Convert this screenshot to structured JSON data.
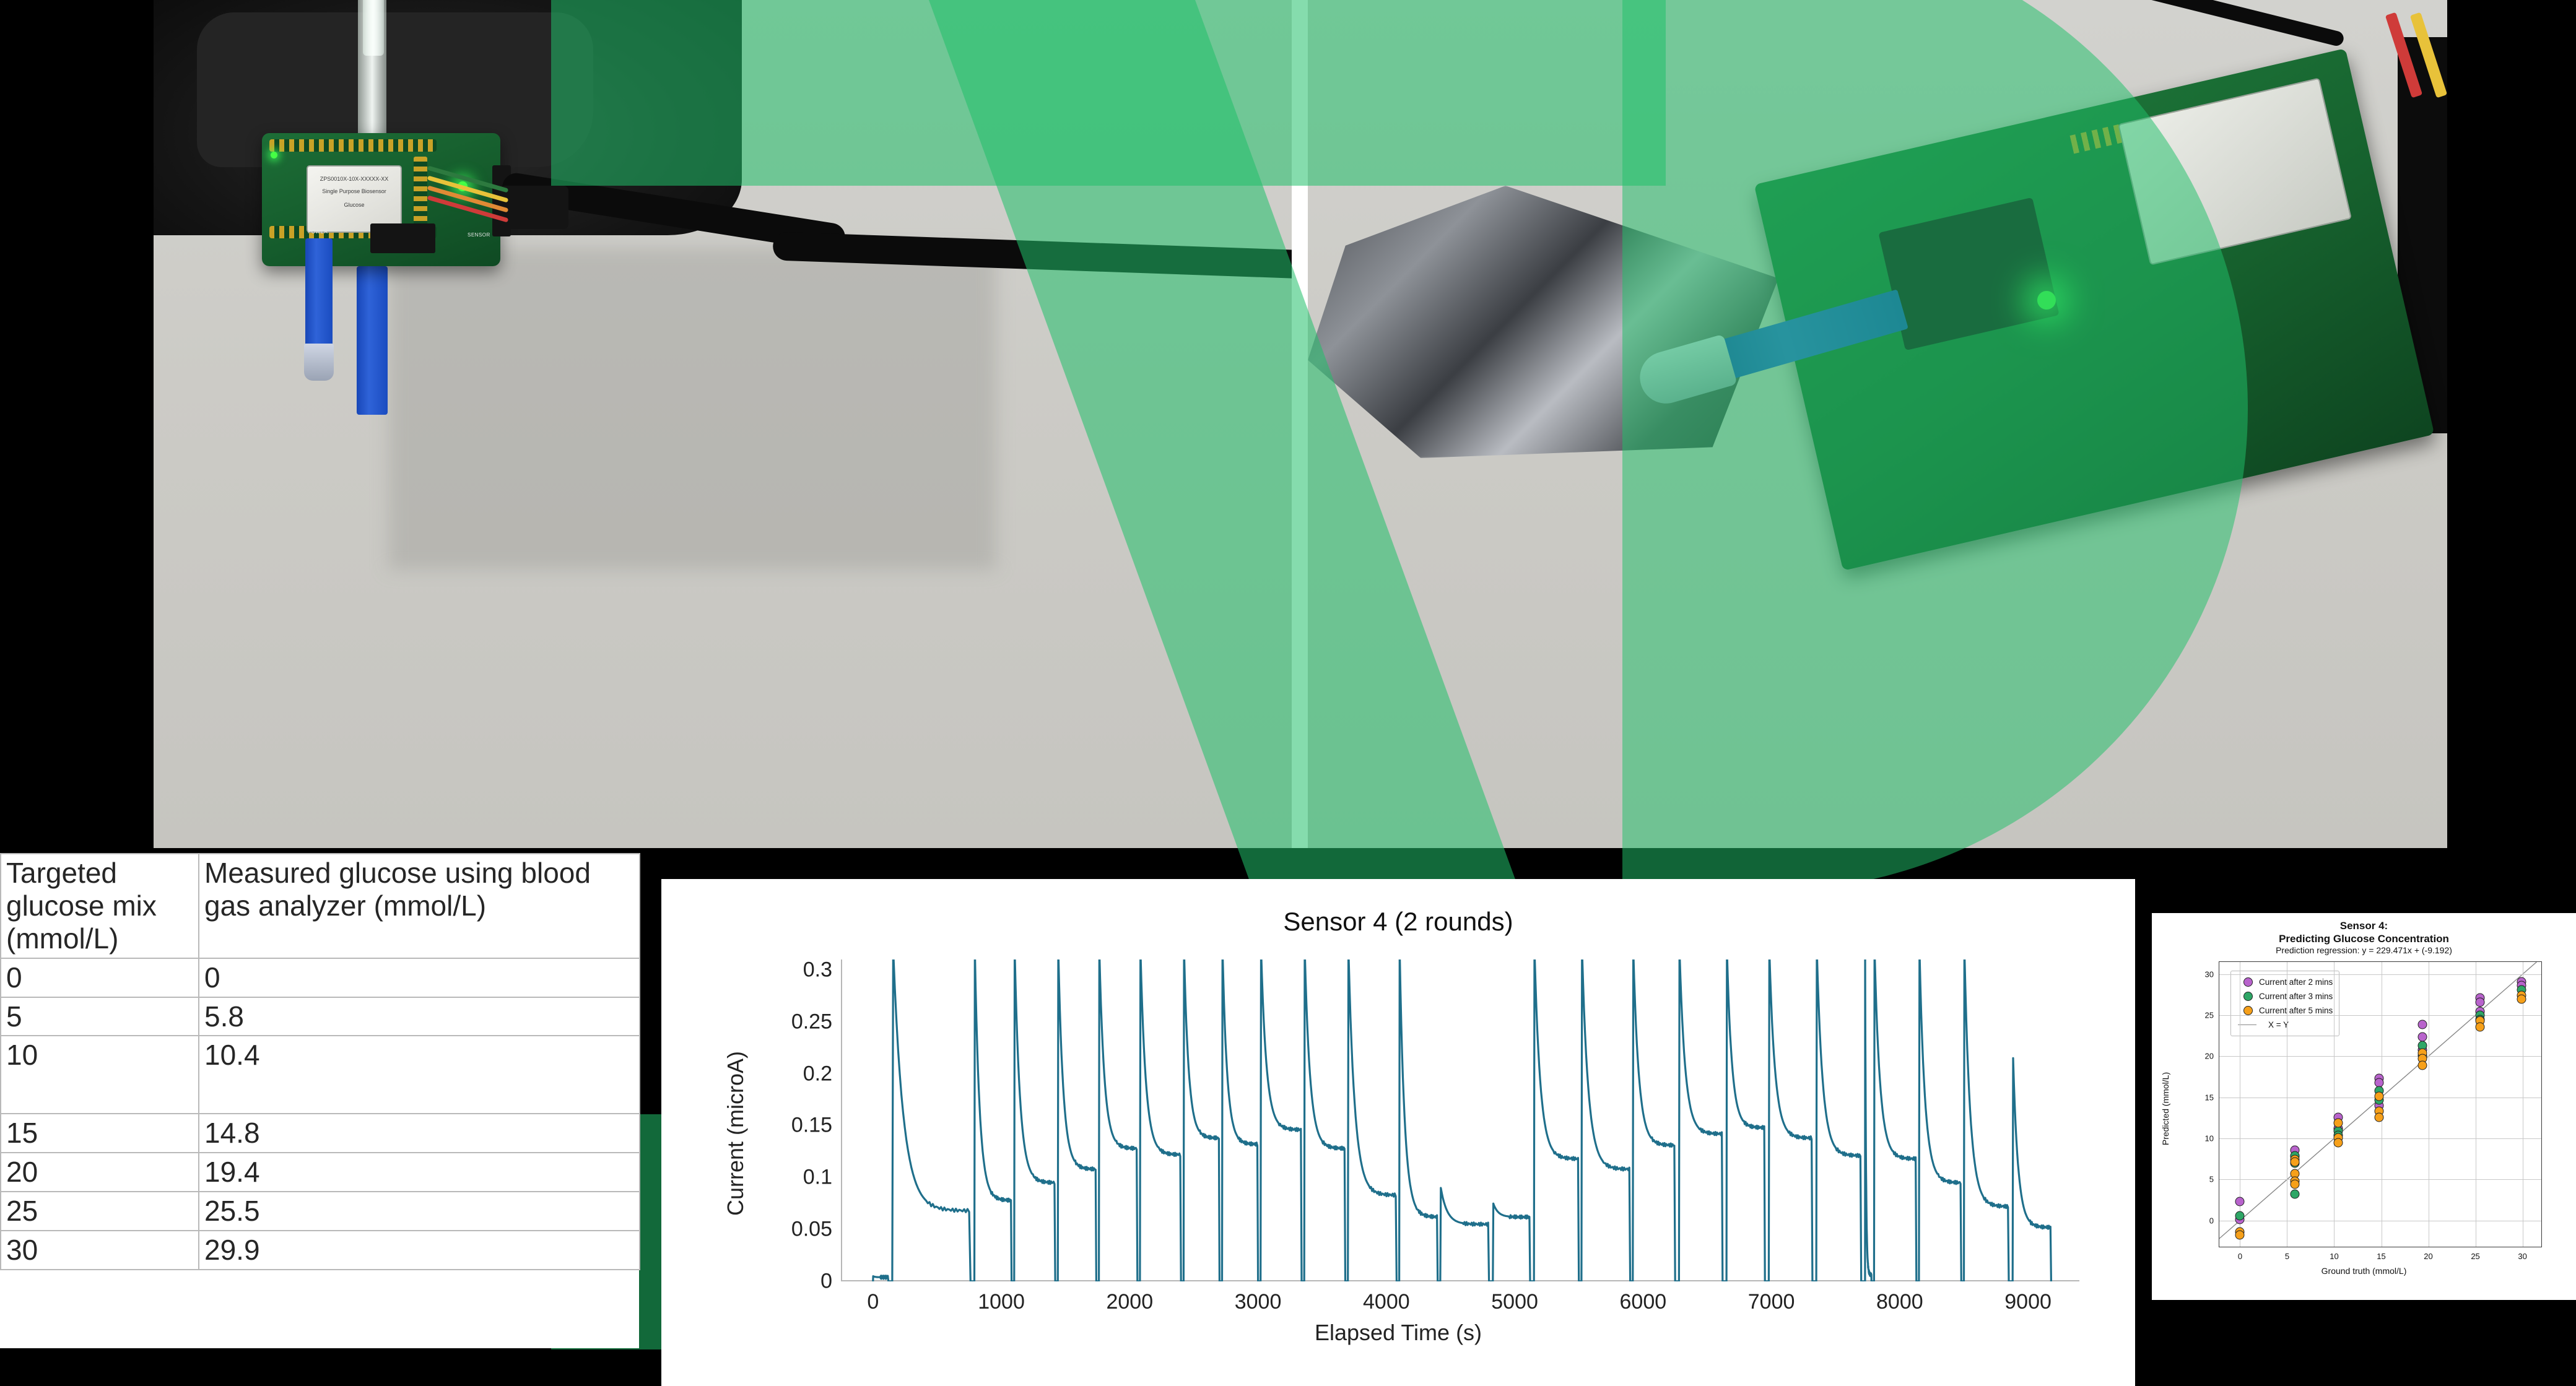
{
  "brand": {
    "overlay_color": "#20C06A",
    "overlay_name": "green-brand-watermark"
  },
  "table": {
    "name": "glucose-calibration-table",
    "headers": [
      "Targeted glucose mix (mmol/L)",
      "Measured glucose using blood gas analyzer (mmol/L)"
    ],
    "rows": [
      [
        "0",
        "0"
      ],
      [
        "5",
        "5.8"
      ],
      [
        "10",
        "10.4"
      ],
      [
        "15",
        "14.8"
      ],
      [
        "20",
        "19.4"
      ],
      [
        "25",
        "25.5"
      ],
      [
        "30",
        "29.9"
      ]
    ]
  },
  "photos": {
    "left": {
      "caption": "",
      "alt_name": "biosensor-board-with-tubing-photo"
    },
    "right": {
      "caption": "",
      "alt_name": "test-strip-inserted-into-board-photo"
    }
  },
  "chart_data": [
    {
      "name": "timeseries",
      "type": "line",
      "title": "Sensor 4 (2 rounds)",
      "xlabel": "Elapsed Time (s)",
      "ylabel": "Current (microA)",
      "xlim": [
        -250,
        9400
      ],
      "ylim": [
        0,
        0.31
      ],
      "xticks": [
        0,
        1000,
        2000,
        3000,
        4000,
        5000,
        6000,
        7000,
        8000,
        9000
      ],
      "yticks": [
        0,
        0.05,
        0.1,
        0.15,
        0.2,
        0.25,
        0.3
      ],
      "grid": false,
      "legend": "none",
      "line_color": "#1f6f8b",
      "series": [
        {
          "name": "Current (microA)",
          "comment": "chronoamperometry: each measurement begins with a spike clipped above 0.3 then decays exponentially to a plateau; plateau level encodes glucose concentration",
          "segments": [
            {
              "start": 0,
              "end": 120,
              "peak": 0.005,
              "plateau": 0.004
            },
            {
              "start": 150,
              "end": 760,
              "peak": 0.32,
              "plateau": 0.068
            },
            {
              "start": 790,
              "end": 1080,
              "peak": 0.32,
              "plateau": 0.078
            },
            {
              "start": 1100,
              "end": 1420,
              "peak": 0.32,
              "plateau": 0.095
            },
            {
              "start": 1440,
              "end": 1740,
              "peak": 0.32,
              "plateau": 0.108
            },
            {
              "start": 1760,
              "end": 2060,
              "peak": 0.32,
              "plateau": 0.128
            },
            {
              "start": 2080,
              "end": 2400,
              "peak": 0.32,
              "plateau": 0.122
            },
            {
              "start": 2420,
              "end": 2700,
              "peak": 0.32,
              "plateau": 0.138
            },
            {
              "start": 2720,
              "end": 3000,
              "peak": 0.32,
              "plateau": 0.132
            },
            {
              "start": 3020,
              "end": 3340,
              "peak": 0.32,
              "plateau": 0.146
            },
            {
              "start": 3360,
              "end": 3680,
              "peak": 0.32,
              "plateau": 0.128
            },
            {
              "start": 3700,
              "end": 4080,
              "peak": 0.32,
              "plateau": 0.083
            },
            {
              "start": 4100,
              "end": 4400,
              "peak": 0.32,
              "plateau": 0.062
            },
            {
              "start": 4420,
              "end": 4800,
              "peak": 0.09,
              "plateau": 0.055
            },
            {
              "start": 4830,
              "end": 5120,
              "peak": 0.075,
              "plateau": 0.062
            },
            {
              "start": 5150,
              "end": 5500,
              "peak": 0.32,
              "plateau": 0.118
            },
            {
              "start": 5520,
              "end": 5900,
              "peak": 0.32,
              "plateau": 0.108
            },
            {
              "start": 5920,
              "end": 6250,
              "peak": 0.32,
              "plateau": 0.131
            },
            {
              "start": 6280,
              "end": 6620,
              "peak": 0.32,
              "plateau": 0.142
            },
            {
              "start": 6650,
              "end": 6950,
              "peak": 0.32,
              "plateau": 0.148
            },
            {
              "start": 6980,
              "end": 7320,
              "peak": 0.32,
              "plateau": 0.138
            },
            {
              "start": 7350,
              "end": 7700,
              "peak": 0.32,
              "plateau": 0.121
            },
            {
              "start": 7730,
              "end": 7780,
              "peak": 0.32,
              "plateau": 0.006
            },
            {
              "start": 7800,
              "end": 8130,
              "peak": 0.32,
              "plateau": 0.118
            },
            {
              "start": 8150,
              "end": 8480,
              "peak": 0.32,
              "plateau": 0.095
            },
            {
              "start": 8500,
              "end": 8850,
              "peak": 0.32,
              "plateau": 0.072
            },
            {
              "start": 8880,
              "end": 9180,
              "peak": 0.215,
              "plateau": 0.052
            }
          ]
        }
      ]
    },
    {
      "name": "parity",
      "type": "scatter",
      "title": "Sensor 4:\nPredicting Glucose Concentration",
      "title_line1": "Sensor 4:",
      "title_line2": "Predicting Glucose Concentration",
      "subtitle": "Prediction regression: y = 229.471x + (-9.192)",
      "regression": {
        "slope": 229.471,
        "intercept": -9.192
      },
      "xlabel": "Ground truth (mmol/L)",
      "ylabel": "Predicted (mmol/L)",
      "xlim": [
        -2.2,
        32
      ],
      "ylim": [
        -3.2,
        31.5
      ],
      "xticks": [
        0,
        5,
        10,
        15,
        20,
        25,
        30
      ],
      "yticks": [
        0,
        5,
        10,
        15,
        20,
        25,
        30
      ],
      "grid": true,
      "legend_position": "upper-left",
      "reference_line": {
        "label": "X = Y",
        "color": "#888888"
      },
      "series": [
        {
          "name": "Current after 2 mins",
          "color": "#B863CC",
          "points": [
            [
              0,
              2.3
            ],
            [
              0,
              0.15
            ],
            [
              5.8,
              8.6
            ],
            [
              5.8,
              7.8
            ],
            [
              10.4,
              12.6
            ],
            [
              10.4,
              11.2
            ],
            [
              14.8,
              17.3
            ],
            [
              14.8,
              16.8
            ],
            [
              14.8,
              14.0
            ],
            [
              19.4,
              23.9
            ],
            [
              19.4,
              22.4
            ],
            [
              19.4,
              20.8
            ],
            [
              25.5,
              27.1
            ],
            [
              25.5,
              26.6
            ],
            [
              25.5,
              25.5
            ],
            [
              29.9,
              29.1
            ],
            [
              29.9,
              28.6
            ]
          ]
        },
        {
          "name": "Current after 3 mins",
          "color": "#2EA666",
          "points": [
            [
              0,
              0.55
            ],
            [
              5.8,
              7.9
            ],
            [
              5.8,
              7.0
            ],
            [
              5.8,
              3.2
            ],
            [
              10.4,
              10.9
            ],
            [
              10.4,
              10.4
            ],
            [
              14.8,
              15.8
            ],
            [
              14.8,
              14.7
            ],
            [
              19.4,
              21.3
            ],
            [
              19.4,
              20.1
            ],
            [
              25.5,
              25.0
            ],
            [
              25.5,
              24.5
            ],
            [
              29.9,
              28.1
            ]
          ]
        },
        {
          "name": "Current after 5 mins",
          "color": "#F6A01A",
          "points": [
            [
              0,
              -1.4
            ],
            [
              0,
              -1.8
            ],
            [
              5.8,
              7.4
            ],
            [
              5.8,
              7.1
            ],
            [
              5.8,
              5.7
            ],
            [
              5.8,
              4.8
            ],
            [
              5.8,
              4.4
            ],
            [
              10.4,
              11.9
            ],
            [
              10.4,
              10.1
            ],
            [
              10.4,
              9.5
            ],
            [
              14.8,
              15.1
            ],
            [
              14.8,
              13.3
            ],
            [
              14.8,
              12.6
            ],
            [
              19.4,
              20.4
            ],
            [
              19.4,
              19.7
            ],
            [
              19.4,
              18.9
            ],
            [
              25.5,
              24.3
            ],
            [
              25.5,
              23.6
            ],
            [
              29.9,
              27.4
            ],
            [
              29.9,
              27.0
            ]
          ]
        }
      ]
    }
  ]
}
